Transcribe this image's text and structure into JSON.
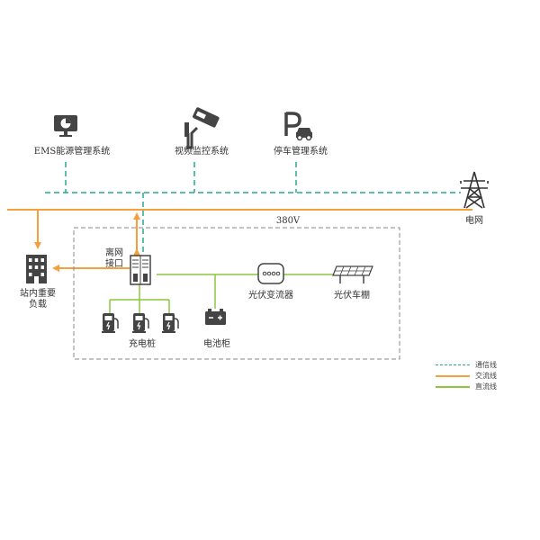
{
  "colors": {
    "communication": "#2aa98f",
    "ac": "#f3a03d",
    "dc": "#8cc63f",
    "icon": "#444444",
    "box_border": "#888888"
  },
  "labels": {
    "ems": "EMS能源管理系统",
    "video": "视频监控系统",
    "parking": "停车管理系统",
    "grid": "电网",
    "voltage": "380V",
    "offgrid_line1": "离网",
    "offgrid_line2": "接口",
    "load_line1": "站内重要",
    "load_line2": "负载",
    "pv_inverter": "光伏变流器",
    "pv_carport": "光伏车棚",
    "charging_pile": "充电桩",
    "battery": "电池柜"
  },
  "icons": {
    "ems": "monitor-pie-chart-icon",
    "video": "security-camera-icon",
    "parking": "parking-car-icon",
    "grid": "transmission-tower-icon",
    "load": "building-icon",
    "offgrid": "cabinet-icon",
    "charging": "ev-charger-icon",
    "battery": "battery-icon",
    "inverter": "inverter-icon",
    "solar": "solar-panel-icon"
  },
  "legend": [
    {
      "label": "通信线",
      "style": "dashed",
      "color": "#2aa98f"
    },
    {
      "label": "交流线",
      "style": "solid",
      "color": "#f3a03d"
    },
    {
      "label": "直流线",
      "style": "solid",
      "color": "#8cc63f"
    }
  ]
}
